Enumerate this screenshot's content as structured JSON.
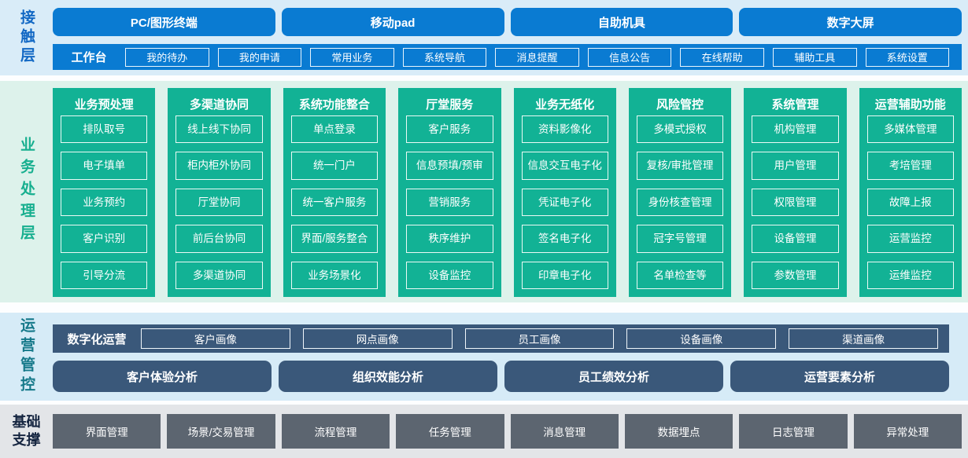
{
  "layers": {
    "contact": {
      "label": "接触层",
      "channels": [
        "PC/图形终端",
        "移动pad",
        "自助机具",
        "数字大屏"
      ],
      "workbench": {
        "label": "工作台",
        "items": [
          "我的待办",
          "我的申请",
          "常用业务",
          "系统导航",
          "消息提醒",
          "信息公告",
          "在线帮助",
          "辅助工具",
          "系统设置"
        ]
      }
    },
    "business": {
      "label": "业务处理层",
      "columns": [
        {
          "title": "业务预处理",
          "items": [
            "排队取号",
            "电子填单",
            "业务预约",
            "客户识别",
            "引导分流"
          ]
        },
        {
          "title": "多渠道协同",
          "items": [
            "线上线下协同",
            "柜内柜外协同",
            "厅堂协同",
            "前后台协同",
            "多渠道协同"
          ]
        },
        {
          "title": "系统功能整合",
          "items": [
            "单点登录",
            "统一门户",
            "统一客户服务",
            "界面/服务整合",
            "业务场景化"
          ]
        },
        {
          "title": "厅堂服务",
          "items": [
            "客户服务",
            "信息预填/预审",
            "营销服务",
            "秩序维护",
            "设备监控"
          ]
        },
        {
          "title": "业务无纸化",
          "items": [
            "资料影像化",
            "信息交互电子化",
            "凭证电子化",
            "签名电子化",
            "印章电子化"
          ]
        },
        {
          "title": "风险管控",
          "items": [
            "多模式授权",
            "复核/审批管理",
            "身份核查管理",
            "冠字号管理",
            "名单检查等"
          ]
        },
        {
          "title": "系统管理",
          "items": [
            "机构管理",
            "用户管理",
            "权限管理",
            "设备管理",
            "参数管理"
          ]
        },
        {
          "title": "运营辅助功能",
          "items": [
            "多媒体管理",
            "考培管理",
            "故障上报",
            "运营监控",
            "运维监控"
          ]
        }
      ]
    },
    "operations": {
      "label": "运营管控",
      "digital_ops": {
        "label": "数字化运营",
        "items": [
          "客户画像",
          "网点画像",
          "员工画像",
          "设备画像",
          "渠道画像"
        ]
      },
      "analysis": [
        "客户体验分析",
        "组织效能分析",
        "员工绩效分析",
        "运营要素分析"
      ]
    },
    "base": {
      "label": "基础支撑",
      "items": [
        "界面管理",
        "场景/交易管理",
        "流程管理",
        "任务管理",
        "消息管理",
        "数据埋点",
        "日志管理",
        "异常处理"
      ]
    }
  },
  "colors": {
    "channel_blue": "#0a7bd2",
    "contact_bg": "#d9ecf8",
    "business_green": "#12b295",
    "business_bg": "#ddf2eb",
    "ops_slate": "#3a587a",
    "ops_bg": "#d6ebf7",
    "base_gray": "#5c6570",
    "base_bg": "#e3e5e8",
    "contact_label_color": "#1268c4",
    "business_label_color": "#17af8f",
    "ops_label_color": "#16798a",
    "base_label_color": "#152540"
  }
}
